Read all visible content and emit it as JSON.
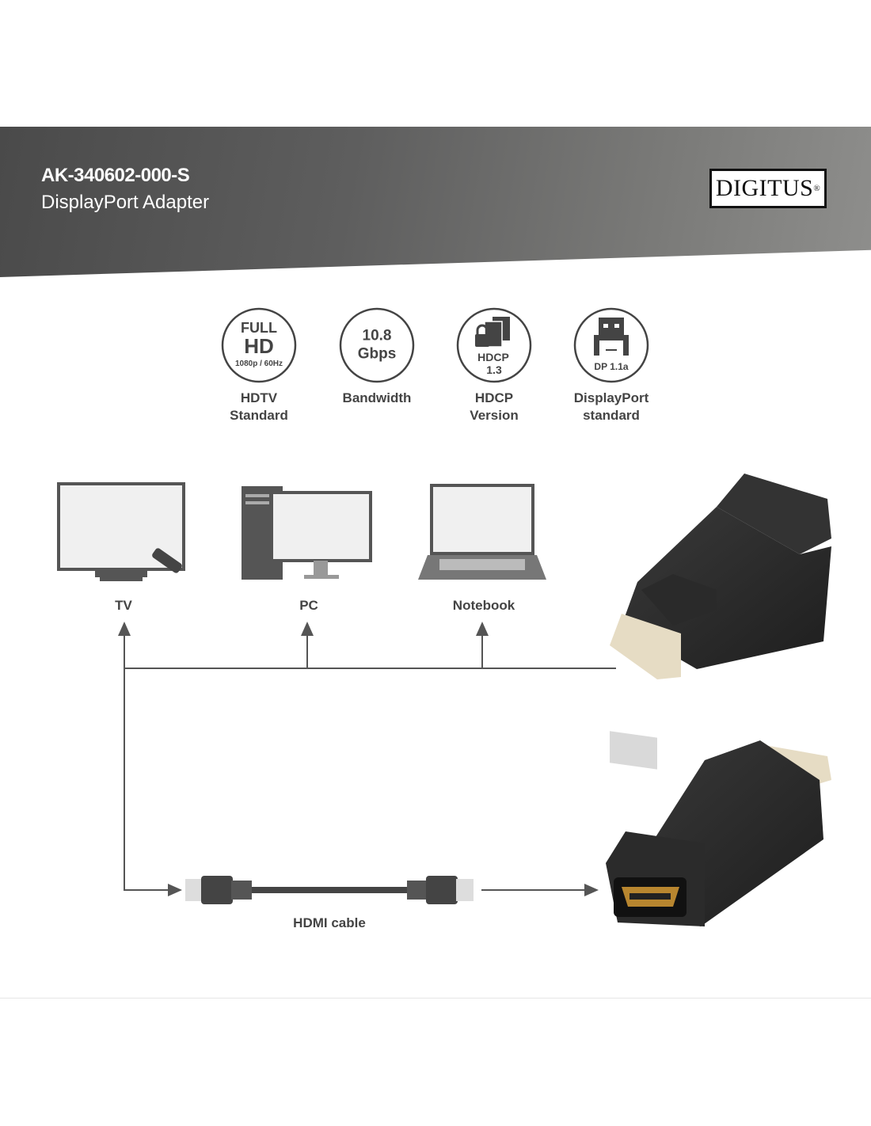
{
  "header": {
    "model": "AK-340602-000-S",
    "product": "DisplayPort Adapter",
    "brand": "DIGITUS",
    "brand_mark": "®"
  },
  "features": [
    {
      "icon": "full-hd-icon",
      "line1": "FULL",
      "line2": "HD",
      "line3": "1080p / 60Hz",
      "label1": "HDTV",
      "label2": "Standard"
    },
    {
      "icon": "bandwidth-icon",
      "line1": "10.8",
      "line2": "Gbps",
      "label1": "Bandwidth"
    },
    {
      "icon": "hdcp-icon",
      "line1": "HDCP",
      "line2": "1.3",
      "label1": "HDCP",
      "label2": "Version"
    },
    {
      "icon": "displayport-icon",
      "line1": "DP 1.1a",
      "label1": "DisplayPort",
      "label2": "standard"
    }
  ],
  "devices": {
    "tv": "TV",
    "pc": "PC",
    "notebook": "Notebook"
  },
  "cable": "HDMI cable",
  "colors": {
    "line": "#555555",
    "icon": "#444444"
  }
}
